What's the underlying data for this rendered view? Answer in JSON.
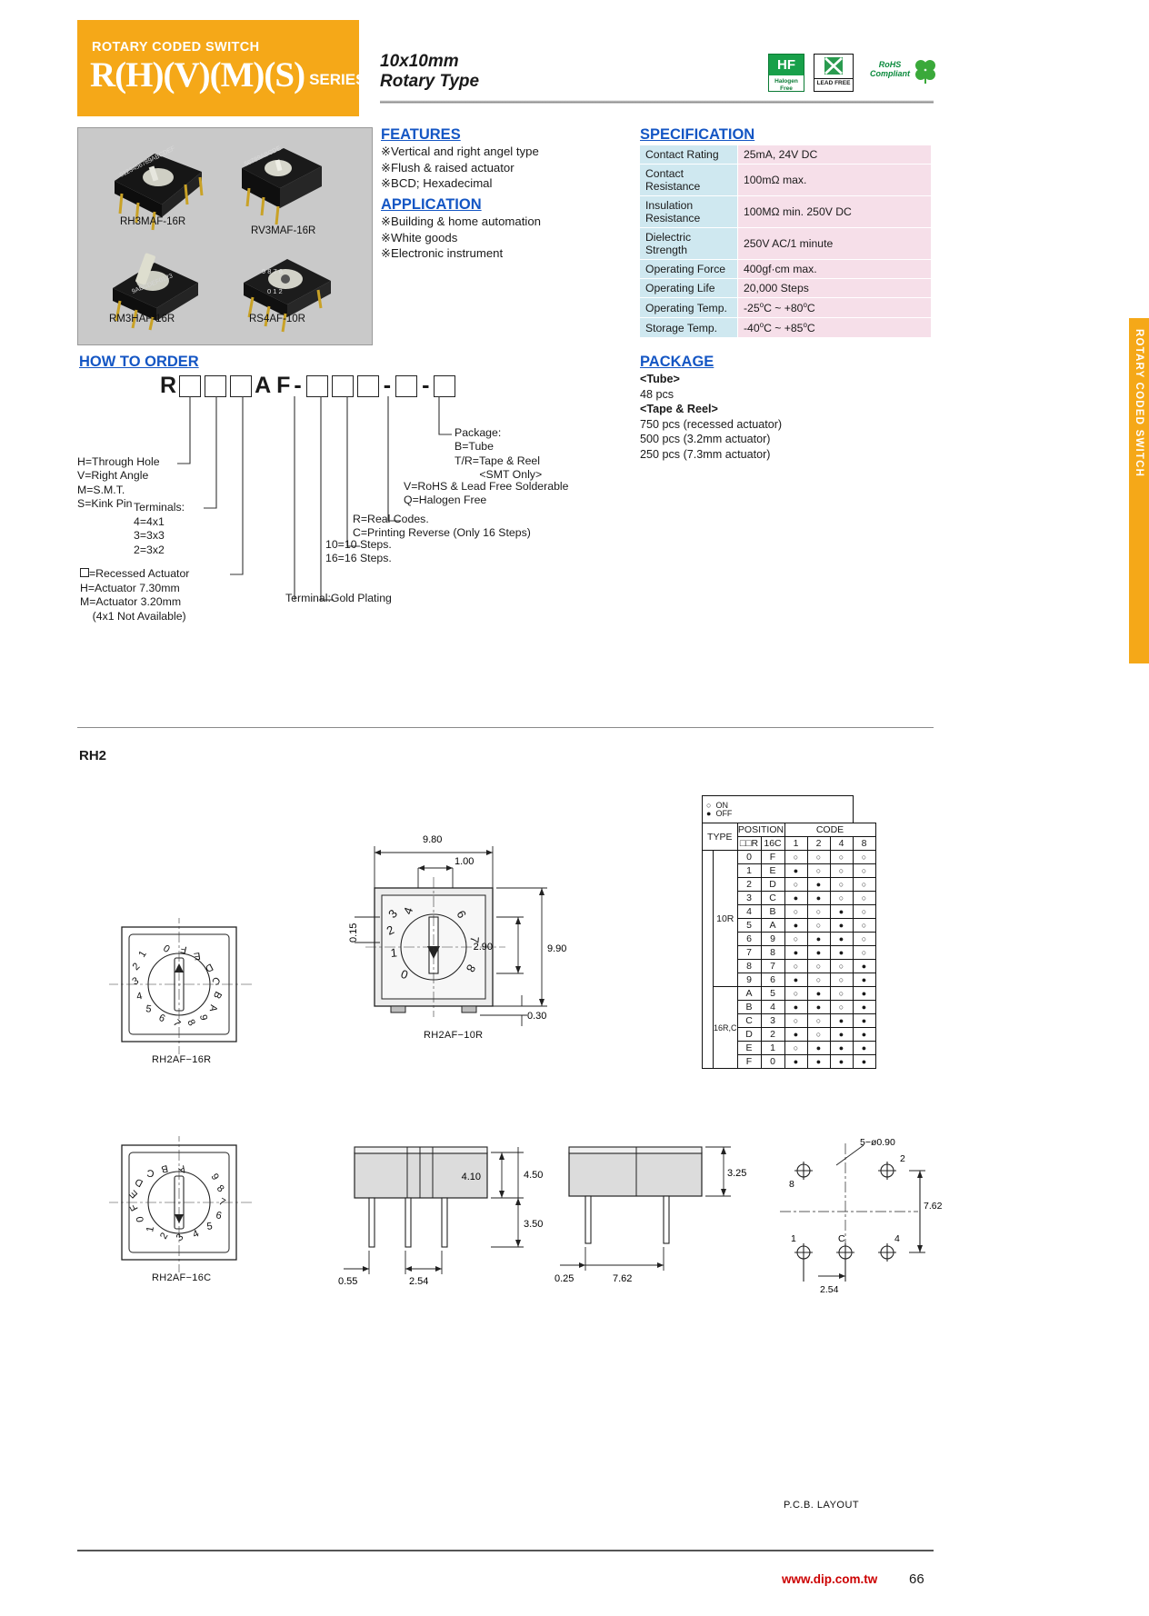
{
  "header": {
    "kicker": "ROTARY CODED SWITCH",
    "series": "R(H)(V)(M)(S)",
    "series_suffix": "SERIES",
    "subtitle_line1": "10x10mm",
    "subtitle_line2": "Rotary Type",
    "badges": {
      "halogen_free_top": "HF",
      "halogen_free_bottom": "Halogen Free",
      "lead_free_top": "X",
      "lead_free_bottom": "LEAD FREE",
      "rohs_line1": "RoHS",
      "rohs_line2": "Compliant"
    }
  },
  "photos": {
    "captions": [
      "RH3MAF-16R",
      "RV3MAF-16R",
      "RM3HAF-16R",
      "RS4AF-10R"
    ]
  },
  "features": {
    "title": "FEATURES",
    "items": [
      "※Vertical and right angel type",
      "※Flush & raised actuator",
      "※BCD; Hexadecimal"
    ]
  },
  "application": {
    "title": "APPLICATION",
    "items": [
      "※Building & home automation",
      "※White goods",
      "※Electronic instrument"
    ]
  },
  "specification": {
    "title": "SPECIFICATION",
    "rows": [
      {
        "key": "Contact Rating",
        "value": "25mA, 24V DC"
      },
      {
        "key": "Contact Resistance",
        "value": "100mΩ max."
      },
      {
        "key": "Insulation Resistance",
        "value": "100MΩ min. 250V DC"
      },
      {
        "key": "Dielectric Strength",
        "value": "250V AC/1 minute"
      },
      {
        "key": "Operating Force",
        "value": "400gf·cm max."
      },
      {
        "key": "Operating Life",
        "value": "20,000 Steps"
      },
      {
        "key": "Operating Temp.",
        "value": "-25°C ~ +80°C"
      },
      {
        "key": "Storage Temp.",
        "value": "-40°C ~ +85°C"
      }
    ]
  },
  "how_to_order": {
    "title": "HOW TO ORDER",
    "code_prefix": "R",
    "code_mid": "A F",
    "annotations": {
      "mounting": "H=Through Hole\nV=Right Angle\nM=S.M.T.\nS=Kink Pin",
      "terminals_head": "Terminals:",
      "terminals_body": "4=4x1\n3=3x3\n2=3x2",
      "actuator_head": "=Recessed Actuator",
      "actuator_body": "H=Actuator 7.30mm\nM=Actuator 3.20mm\n    (4x1 Not Available)",
      "gold_plating": "Terminal:Gold Plating",
      "steps": "10=10 Steps.\n16=16 Steps.",
      "codes": "R=Real Codes.\nC=Printing Reverse (Only 16 Steps)",
      "rohs": "V=RoHS & Lead Free Solderable\nQ=Halogen Free",
      "package": "Package:\nB=Tube\nT/R=Tape & Reel\n        <SMT Only>"
    }
  },
  "package": {
    "title": "PACKAGE",
    "lines": [
      "<Tube>",
      "48 pcs",
      "<Tape & Reel>",
      "750 pcs (recessed actuator)",
      "500 pcs (3.2mm actuator)",
      "250 pcs (7.3mm actuator)"
    ]
  },
  "side_tab": {
    "label": "ROTARY CODED SWITCH"
  },
  "drawing": {
    "section_label": "RH2",
    "captions": {
      "front_16r": "RH2AF−16R",
      "top_10r": "RH2AF−10R",
      "front_16c": "RH2AF−16C",
      "pcb": "P.C.B.  LAYOUT"
    },
    "dims": {
      "w980": "9.80",
      "w100": "1.00",
      "h990": "9.90",
      "h290": "2.90",
      "d015": "0.15",
      "d030": "0.30",
      "h410": "4.10",
      "h450": "4.50",
      "h350": "3.50",
      "h325": "3.25",
      "d055": "0.55",
      "d254": "2.54",
      "d025": "0.25",
      "d762": "7.62",
      "hole": "5−ø0.90",
      "p762": "7.62",
      "p254": "2.54"
    },
    "dial_16r": "0123456789ABCDEF",
    "dial_16c": "0123456789ABCDE",
    "pcb_pads": [
      "8",
      "2",
      "1",
      "C",
      "4"
    ],
    "top_digits": [
      "4",
      "3",
      "2",
      "1",
      "0",
      "8",
      "7",
      "6"
    ]
  },
  "truth_table": {
    "legend_on": "ON",
    "legend_off": "OFF",
    "header_type": "TYPE",
    "header_position": "POSITION",
    "header_code": "CODE",
    "sub_pos_left": "□□R",
    "sub_pos_right": "16C",
    "code_cols": [
      "1",
      "2",
      "4",
      "8"
    ],
    "type_10r": "10R",
    "type_16rc": "16R,C",
    "rows": [
      {
        "pos": "0",
        "alt": "F",
        "code": [
          "on",
          "on",
          "on",
          "on"
        ]
      },
      {
        "pos": "1",
        "alt": "E",
        "code": [
          "off",
          "on",
          "on",
          "on"
        ]
      },
      {
        "pos": "2",
        "alt": "D",
        "code": [
          "on",
          "off",
          "on",
          "on"
        ]
      },
      {
        "pos": "3",
        "alt": "C",
        "code": [
          "off",
          "off",
          "on",
          "on"
        ]
      },
      {
        "pos": "4",
        "alt": "B",
        "code": [
          "on",
          "on",
          "off",
          "on"
        ]
      },
      {
        "pos": "5",
        "alt": "A",
        "code": [
          "off",
          "on",
          "off",
          "on"
        ]
      },
      {
        "pos": "6",
        "alt": "9",
        "code": [
          "on",
          "off",
          "off",
          "on"
        ]
      },
      {
        "pos": "7",
        "alt": "8",
        "code": [
          "off",
          "off",
          "off",
          "on"
        ]
      },
      {
        "pos": "8",
        "alt": "7",
        "code": [
          "on",
          "on",
          "on",
          "off"
        ]
      },
      {
        "pos": "9",
        "alt": "6",
        "code": [
          "off",
          "on",
          "on",
          "off"
        ]
      },
      {
        "pos": "A",
        "alt": "5",
        "code": [
          "on",
          "off",
          "on",
          "off"
        ]
      },
      {
        "pos": "B",
        "alt": "4",
        "code": [
          "off",
          "off",
          "on",
          "off"
        ]
      },
      {
        "pos": "C",
        "alt": "3",
        "code": [
          "on",
          "on",
          "off",
          "off"
        ]
      },
      {
        "pos": "D",
        "alt": "2",
        "code": [
          "off",
          "on",
          "off",
          "off"
        ]
      },
      {
        "pos": "E",
        "alt": "1",
        "code": [
          "on",
          "off",
          "off",
          "off"
        ]
      },
      {
        "pos": "F",
        "alt": "0",
        "code": [
          "off",
          "off",
          "off",
          "off"
        ]
      }
    ]
  },
  "footer": {
    "url": "www.dip.com.tw",
    "page": "66"
  }
}
